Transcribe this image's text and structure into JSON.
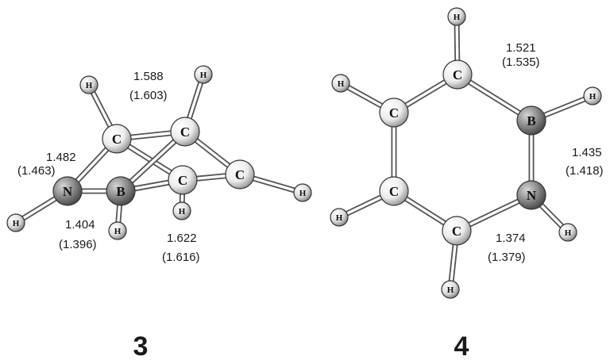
{
  "molecules": [
    {
      "id": "3",
      "label": "3",
      "atoms": [
        {
          "el": "H"
        },
        {
          "el": "H"
        },
        {
          "el": "C"
        },
        {
          "el": "C"
        },
        {
          "el": "C"
        },
        {
          "el": "N"
        },
        {
          "el": "B"
        },
        {
          "el": "C"
        },
        {
          "el": "H"
        },
        {
          "el": "H"
        },
        {
          "el": "H"
        },
        {
          "el": "H"
        }
      ],
      "distances": [
        {
          "value": "1.588",
          "reference": "(1.603)"
        },
        {
          "value": "1.482",
          "reference": "(1.463)"
        },
        {
          "value": "1.404",
          "reference": "(1.396)"
        },
        {
          "value": "1.622",
          "reference": "(1.616)"
        }
      ]
    },
    {
      "id": "4",
      "label": "4",
      "atoms": [
        {
          "el": "H"
        },
        {
          "el": "C"
        },
        {
          "el": "H"
        },
        {
          "el": "C"
        },
        {
          "el": "B"
        },
        {
          "el": "H"
        },
        {
          "el": "C"
        },
        {
          "el": "N"
        },
        {
          "el": "H"
        },
        {
          "el": "H"
        },
        {
          "el": "C"
        },
        {
          "el": "H"
        }
      ],
      "distances": [
        {
          "value": "1.521",
          "reference": "(1.535)"
        },
        {
          "value": "1.435",
          "reference": "(1.418)"
        },
        {
          "value": "1.374",
          "reference": "(1.379)"
        }
      ]
    }
  ],
  "colors": {
    "atom_light": "#f4f4f4",
    "atom_dark": "#8c8c8c",
    "hydrogen": "#e2e2e2",
    "bond_outline": "#555555"
  }
}
